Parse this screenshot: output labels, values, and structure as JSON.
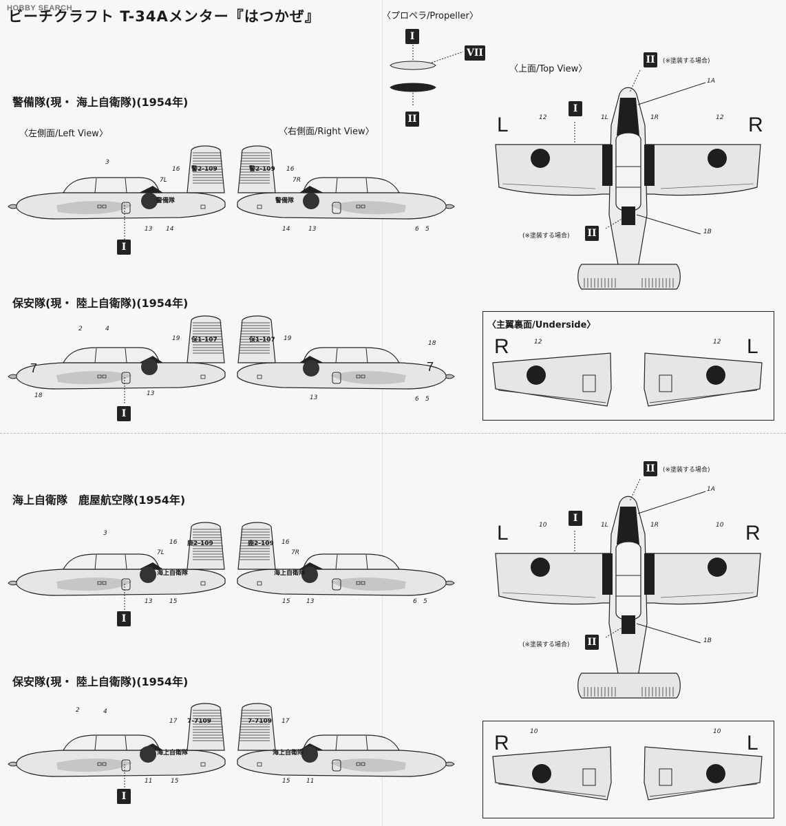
{
  "header": {
    "logo": "HOBBY SEARCH",
    "title": "ビーチクラフト T-34Aメンター『はつかぜ』"
  },
  "propeller": {
    "label": "〈プロペラ/Propeller〉"
  },
  "badges": {
    "I": "I",
    "II": "II",
    "VII": "VII"
  },
  "sections": [
    {
      "title": "警備隊(現・ 海上自衛隊)(1954年)",
      "left_view": "〈左側面/Left View〉",
      "right_view": "〈右側面/Right View〉",
      "left_fuselage_text": "警備隊",
      "right_fuselage_text": "警備隊",
      "left_tail_number": "警2-109",
      "right_tail_number": "警2-109",
      "left_callouts": [
        "3",
        "16",
        "7L",
        "13",
        "14"
      ],
      "right_callouts": [
        "16",
        "7R",
        "14",
        "13",
        "6",
        "5"
      ]
    },
    {
      "title": "保安隊(現・ 陸上自衛隊)(1954年)",
      "left_nose_number": "7",
      "right_nose_number": "7",
      "left_tail_number": "保1-107",
      "right_tail_number": "保1-107",
      "left_callouts": [
        "2",
        "4",
        "19",
        "13",
        "18"
      ],
      "right_callouts": [
        "19",
        "18",
        "13",
        "6",
        "5"
      ]
    },
    {
      "title": "海上自衛隊　鹿屋航空隊(1954年)",
      "left_fuselage_text": "海上自衛隊",
      "right_fuselage_text": "海上自衛隊",
      "left_tail_number": "鹿2-109",
      "right_tail_number": "鹿2-109",
      "left_callouts": [
        "3",
        "16",
        "7L",
        "13",
        "15"
      ],
      "right_callouts": [
        "16",
        "7R",
        "15",
        "13",
        "6",
        "5"
      ]
    },
    {
      "title": "保安隊(現・ 陸上自衛隊)(1954年)",
      "left_fuselage_text": "海上自衛隊",
      "right_fuselage_text": "海上自衛隊",
      "left_tail_number": "7-7109",
      "right_tail_number": "7-7109",
      "left_callouts": [
        "2",
        "4",
        "17",
        "11",
        "15"
      ],
      "right_callouts": [
        "17",
        "15",
        "11"
      ]
    }
  ],
  "top_views": [
    {
      "label": "〈上面/Top View〉",
      "note_top": "(※塗装する場合)",
      "note_bottom": "(※塗装する場合)",
      "L": "L",
      "R": "R",
      "callouts": [
        "12",
        "1L",
        "1R",
        "12",
        "1A",
        "1B"
      ]
    },
    {
      "note_top": "(※塗装する場合)",
      "note_bottom": "(※塗装する場合)",
      "L": "L",
      "R": "R",
      "callouts": [
        "10",
        "1L",
        "1R",
        "10",
        "1A",
        "1B"
      ]
    }
  ],
  "undersides": [
    {
      "label": "〈主翼裏面/Underside〉",
      "R": "R",
      "L": "L",
      "left_callout": "12",
      "right_callout": "12"
    },
    {
      "R": "R",
      "L": "L",
      "left_callout": "10",
      "right_callout": "10"
    }
  ],
  "colors": {
    "ink": "#1a1a1a",
    "paper": "#f7f7f7",
    "fuselage": "#e4e4e4",
    "shade": "#c8c8c8"
  }
}
